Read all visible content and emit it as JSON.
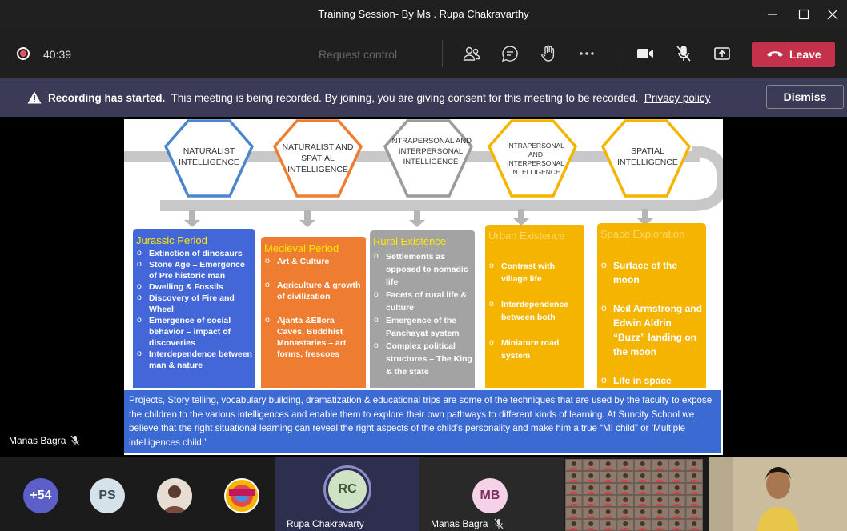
{
  "window": {
    "title": "Training Session- By Ms . Rupa Chakravarthy"
  },
  "toolbar": {
    "timer": "40:39",
    "request_control": "Request control",
    "leave_label": "Leave",
    "icons": [
      "participants-icon",
      "chat-icon",
      "raise-hand-icon",
      "more-icon",
      "camera-icon",
      "mic-off-icon",
      "share-icon"
    ]
  },
  "banner": {
    "bold": "Recording has started.",
    "text": "This meeting is being recorded. By joining, you are giving consent for this meeting to be recorded.",
    "link": "Privacy policy",
    "dismiss": "Dismiss"
  },
  "slide": {
    "hexagons": [
      {
        "label": "NATURALIST INTELLIGENCE",
        "color": "#4a86d0"
      },
      {
        "label": "NATURALIST AND SPATIAL INTELLIGENCE",
        "color": "#ef7d31"
      },
      {
        "label": "INTRAPERSONAL AND INTERPERSONAL INTELLIGENCE",
        "color": "#9a9a9a"
      },
      {
        "label": "INTRAPERSONAL AND INTERPERSONAL INTELLIGENCE",
        "color": "#f4b400"
      },
      {
        "label": "SPATIAL INTELLIGENCE",
        "color": "#f4b400"
      }
    ],
    "cards": [
      {
        "title": "Jurassic Period",
        "color": "#4367d8",
        "title_color": "#ffe600",
        "items": [
          "Extinction of dinosaurs",
          "Stone Age – Emergence of Pre historic man",
          "Dwelling & Fossils",
          "Discovery of Fire and Wheel",
          "Emergence of social behavior – impact of discoveries",
          "Interdependence between man & nature"
        ]
      },
      {
        "title": "Medieval Period",
        "color": "#ef7d31",
        "title_color": "#ffe600",
        "items": [
          "Art & Culture",
          "Agriculture & growth of civilization",
          "Ajanta &Ellora Caves, Buddhist Monastaries – art forms, frescoes"
        ]
      },
      {
        "title": "Rural Existence",
        "color": "#a3a3a3",
        "title_color": "#ffe600",
        "items": [
          "Settlements as opposed to nomadic life",
          "Facets of rural life & culture",
          "Emergence of the Panchayat system",
          "Complex political structures – The King & the state"
        ]
      },
      {
        "title": "Urban Existence",
        "color": "#f4b400",
        "title_color": "#ffd966",
        "items": [
          "Contrast with village life",
          "Interdependence between both",
          "Miniature road system"
        ]
      },
      {
        "title": "Space Exploration",
        "color": "#f4b400",
        "title_color": "#ffd966",
        "items": [
          "Surface of the moon",
          "Neil Armstrong and Edwin Aldrin “Buzz” landing on the moon",
          "Life in space"
        ]
      }
    ],
    "note": "Projects, Story telling, vocabulary building, dramatization & educational trips are some of the techniques that are used by the faculty to expose the children to the various intelligences and enable them to explore their own pathways to different kinds of learning. At Suncity School we believe that the right situational learning can reveal the right aspects of the child’s personality and make him a true “MI child” or ‘Multiple intelligences child.’"
  },
  "presenter_tag": "Manas Bagra",
  "participants": {
    "overflow": "+54",
    "ps_initials": "PS",
    "rc_initials": "RC",
    "rc_name": "Rupa Chakravarty",
    "mb_initials": "MB",
    "mb_name": "Manas Bagra"
  }
}
